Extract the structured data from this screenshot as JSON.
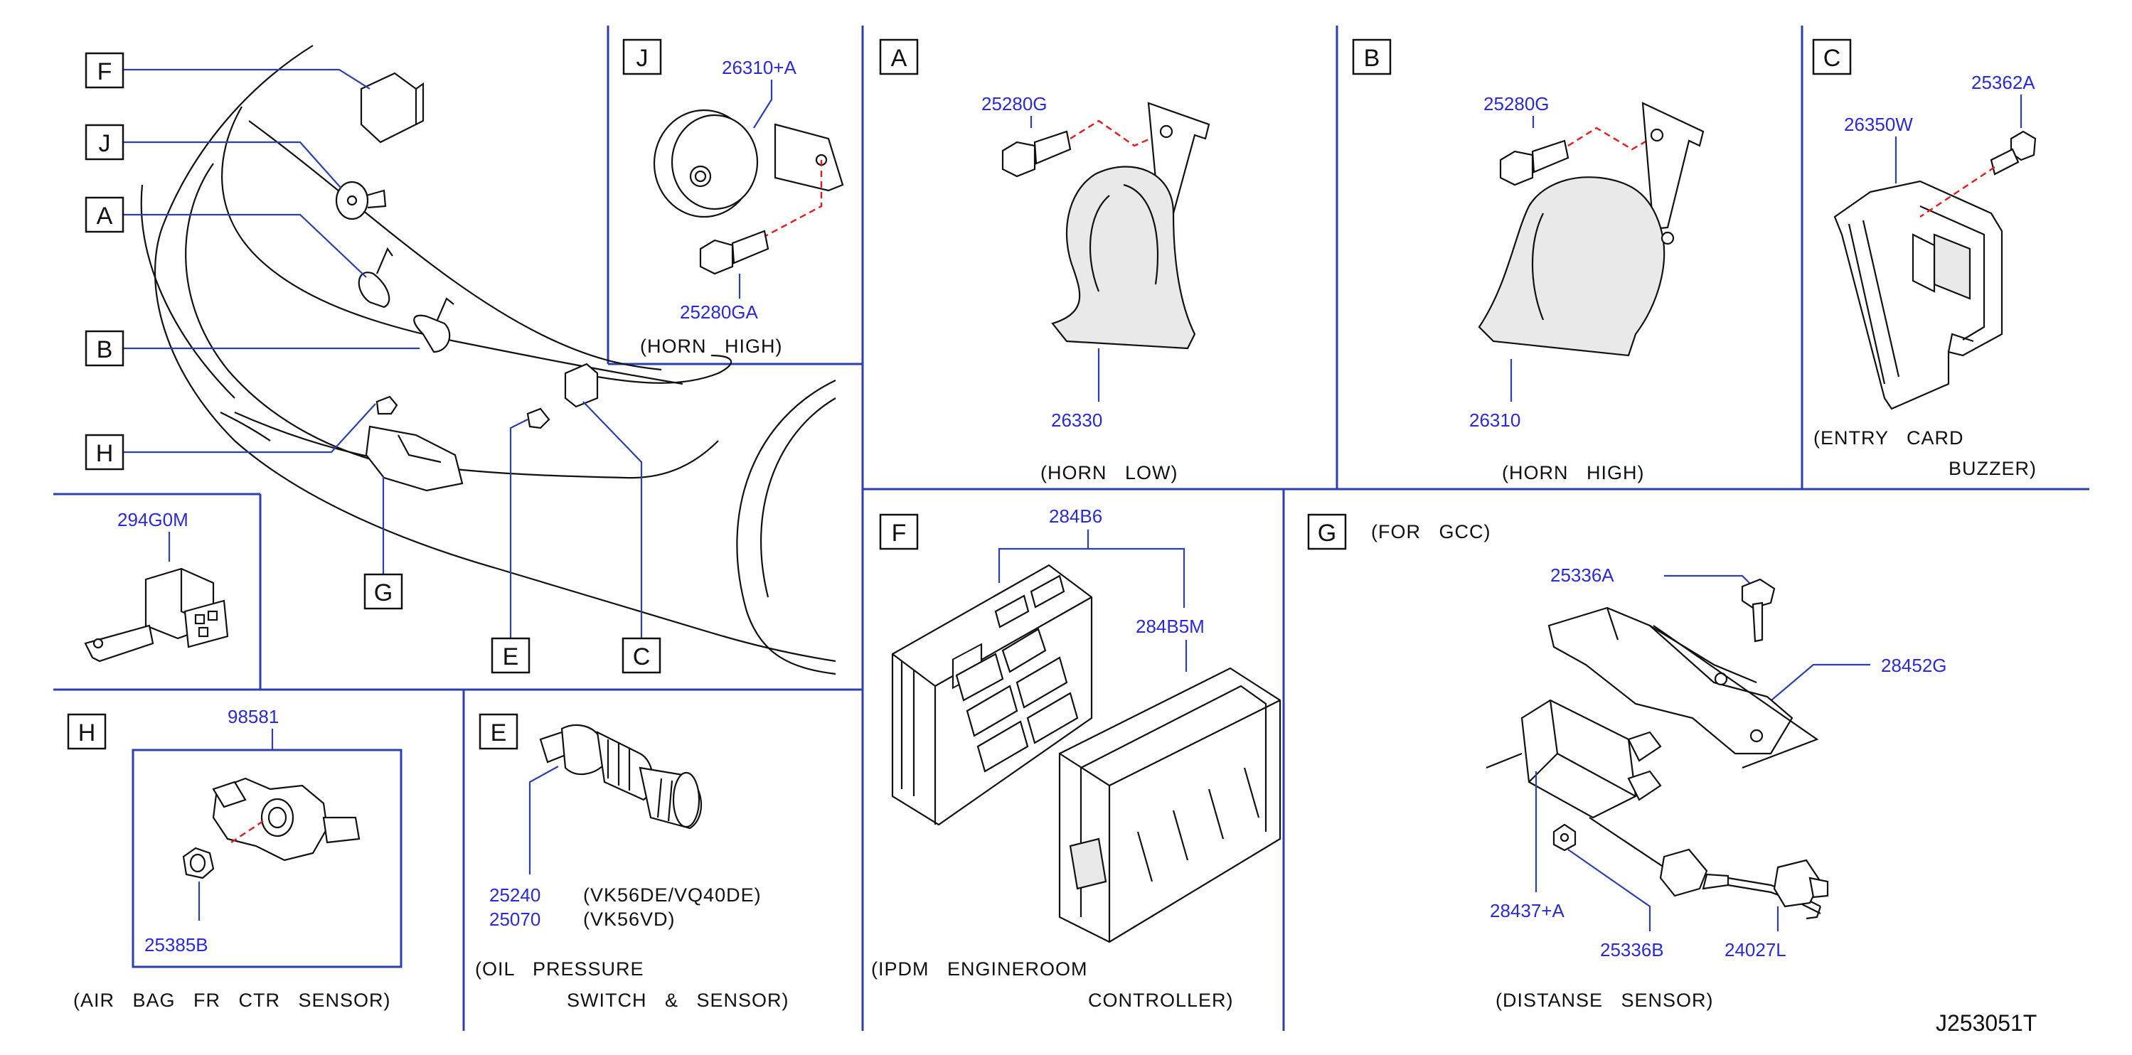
{
  "section_labels": {
    "F": "F",
    "J": "J",
    "A": "A",
    "B": "B",
    "H": "H",
    "G": "G",
    "E": "E",
    "C": "C"
  },
  "panels": {
    "J": {
      "letter": "J",
      "parts": [
        "26310+A",
        "25280GA"
      ],
      "caption": "(HORN   HIGH)"
    },
    "A": {
      "letter": "A",
      "parts": [
        "25280G",
        "26330"
      ],
      "caption": "(HORN   LOW)"
    },
    "B": {
      "letter": "B",
      "parts": [
        "25280G",
        "26310"
      ],
      "caption": "(HORN   HIGH)"
    },
    "C": {
      "letter": "C",
      "parts": [
        "26350W",
        "25362A"
      ],
      "caption_lines": [
        "(ENTRY   CARD",
        "BUZZER)"
      ]
    },
    "unlabeled": {
      "parts": [
        "294G0M"
      ]
    },
    "F": {
      "letter": "F",
      "parts": [
        "284B6",
        "284B5M"
      ],
      "caption_lines": [
        "(IPDM   ENGINEROOM",
        "CONTROLLER)"
      ]
    },
    "G": {
      "letter": "G",
      "note": "(FOR   GCC)",
      "parts": [
        "25336A",
        "28452G",
        "28437+A",
        "25336B",
        "24027L"
      ],
      "caption": "(DISTANSE   SENSOR)"
    },
    "H": {
      "letter": "H",
      "parts": [
        "98581",
        "25385B"
      ],
      "caption": "(AIR   BAG   FR   CTR   SENSOR)"
    },
    "E": {
      "letter": "E",
      "part_rows": [
        {
          "part": "25240",
          "note": "(VK56DE/VQ40DE)"
        },
        {
          "part": "25070",
          "note": "(VK56VD)"
        }
      ],
      "caption_lines": [
        "(OIL   PRESSURE",
        "SWITCH   &   SENSOR)"
      ]
    }
  },
  "diagram_id": "J253051T",
  "colors": {
    "part_number": "#2a2ad8",
    "divider": "#2b3fb0",
    "mating_line": "#e51b1b",
    "ink": "#111111"
  }
}
